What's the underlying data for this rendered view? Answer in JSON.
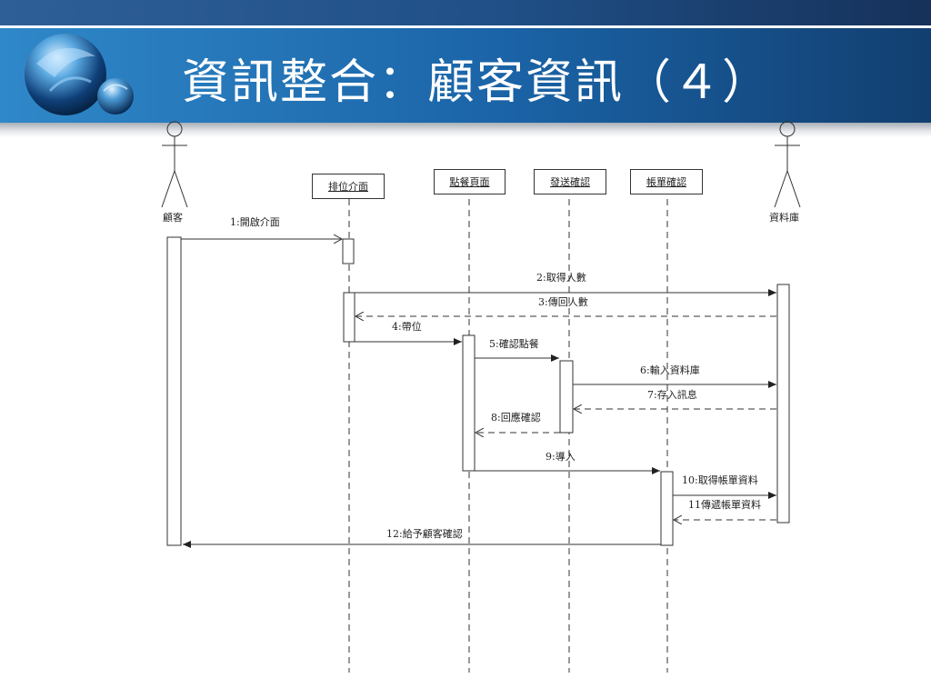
{
  "slide": {
    "title": "資訊整合：顧客資訊（４）"
  },
  "diagram": {
    "actors": [
      {
        "id": "customer",
        "label": "顧客"
      },
      {
        "id": "database",
        "label": "資料庫"
      }
    ],
    "objects": [
      {
        "id": "seat",
        "label": "排位介面"
      },
      {
        "id": "order",
        "label": "點餐頁面"
      },
      {
        "id": "send",
        "label": "發送確認"
      },
      {
        "id": "bill",
        "label": "帳單確認"
      }
    ],
    "messages": [
      {
        "n": 1,
        "label": "1:開啟介面",
        "from": "customer",
        "to": "seat",
        "style": "solid"
      },
      {
        "n": 2,
        "label": "2:取得人數",
        "from": "seat",
        "to": "database",
        "style": "solid"
      },
      {
        "n": 3,
        "label": "3:傳回人數",
        "from": "database",
        "to": "seat",
        "style": "dashed"
      },
      {
        "n": 4,
        "label": "4:帶位",
        "from": "seat",
        "to": "order",
        "style": "solid"
      },
      {
        "n": 5,
        "label": "5:確認點餐",
        "from": "order",
        "to": "send",
        "style": "solid"
      },
      {
        "n": 6,
        "label": "6:輸入資料庫",
        "from": "send",
        "to": "database",
        "style": "solid"
      },
      {
        "n": 7,
        "label": "7:存入訊息",
        "from": "database",
        "to": "send",
        "style": "dashed"
      },
      {
        "n": 8,
        "label": "8:回應確認",
        "from": "send",
        "to": "order",
        "style": "dashed"
      },
      {
        "n": 9,
        "label": "9:導入",
        "from": "order",
        "to": "bill",
        "style": "solid"
      },
      {
        "n": 10,
        "label": "10:取得帳單資料",
        "from": "bill",
        "to": "database",
        "style": "solid"
      },
      {
        "n": 11,
        "label": "11傳遞帳單資料",
        "from": "database",
        "to": "bill",
        "style": "dashed"
      },
      {
        "n": 12,
        "label": "12:給予顧客確認",
        "from": "bill",
        "to": "customer",
        "style": "solid"
      }
    ]
  }
}
